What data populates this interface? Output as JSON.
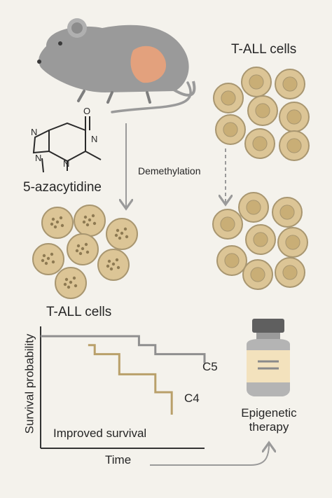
{
  "labels": {
    "drug_name": "5-azacytidine",
    "cells_left": "T-ALL cells",
    "cells_right": "T-ALL cells",
    "demethylation": "Demethylation",
    "curve_c5": "C5",
    "curve_c4": "C4",
    "y_axis": "Survival probability",
    "x_axis": "Time",
    "improved": "Improved survival",
    "therapy": "Epigenetic\ntherapy"
  },
  "chart_data": {
    "type": "line",
    "xlabel": "Time",
    "ylabel": "Survival probability",
    "series": [
      {
        "name": "C5",
        "step_x": [
          0,
          0.6,
          0.7,
          1.0
        ],
        "step_y": [
          1.0,
          0.92,
          0.84,
          0.84
        ]
      },
      {
        "name": "C4",
        "step_x": [
          0.29,
          0.33,
          0.48,
          0.7,
          0.8,
          0.8
        ],
        "step_y": [
          0.92,
          0.84,
          0.66,
          0.5,
          0.36,
          0.36
        ]
      }
    ]
  },
  "colors": {
    "mouse": "#9a9a9a",
    "tumor": "#e3a17d",
    "cell_fill": "#dcc596",
    "cell_stroke": "#a89670",
    "dot": "#8e7a52",
    "c5_line": "#8f8f8f",
    "c4_line": "#b9a06a",
    "arrow": "#9a9a9a"
  },
  "icons": [
    "mouse-illustration",
    "azacytidine-structure",
    "medicine-vial-icon"
  ]
}
